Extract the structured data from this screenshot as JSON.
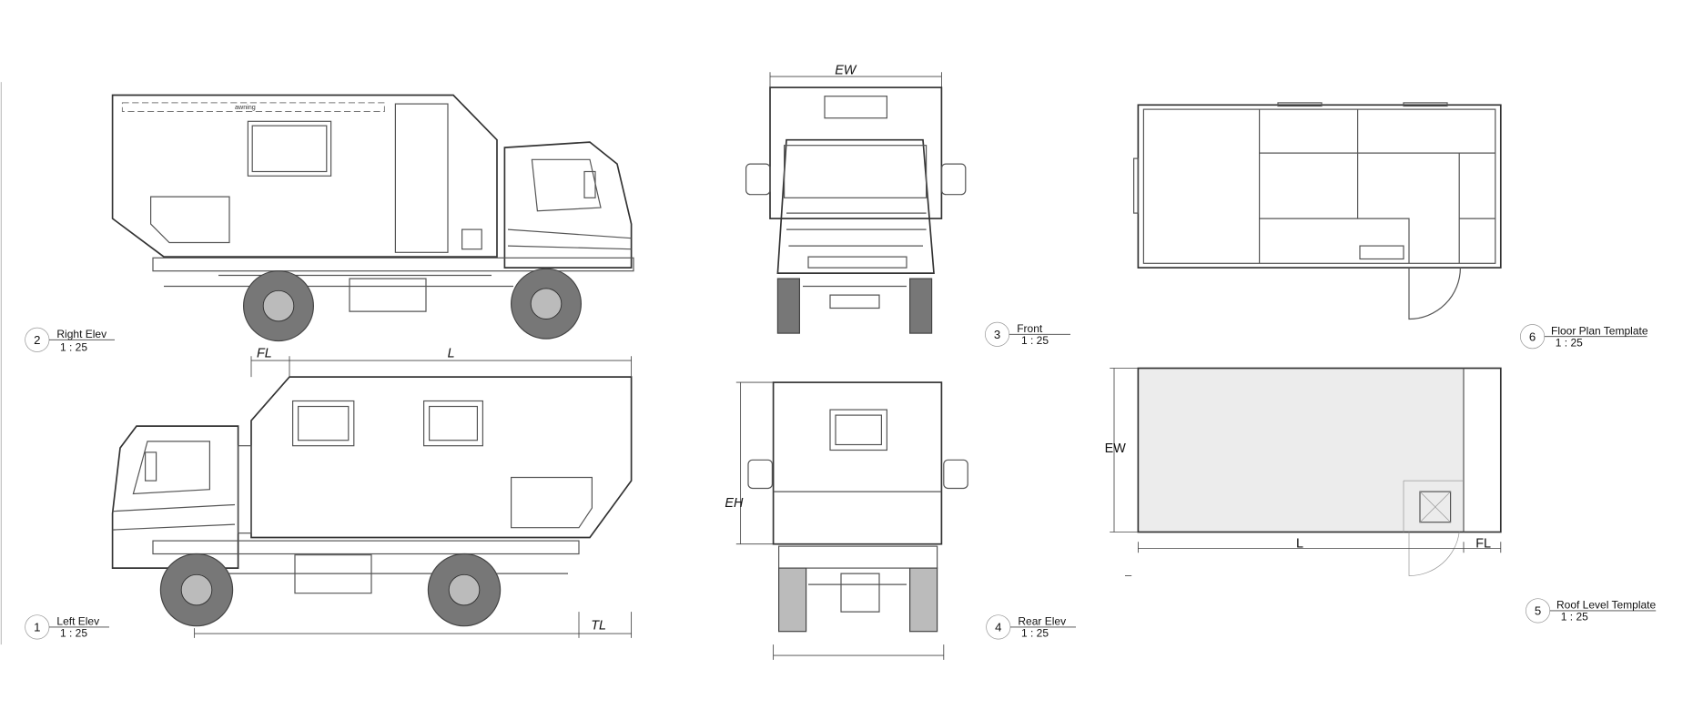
{
  "views": [
    {
      "number": "1",
      "title": "Left Elev",
      "scale": "1 : 25"
    },
    {
      "number": "2",
      "title": "Right Elev",
      "scale": "1 : 25"
    },
    {
      "number": "3",
      "title": "Front",
      "scale": "1 : 25"
    },
    {
      "number": "4",
      "title": "Rear Elev",
      "scale": "1 : 25"
    },
    {
      "number": "5",
      "title": "Roof Level Template",
      "scale": "1 : 25"
    },
    {
      "number": "6",
      "title": "Floor Plan Template",
      "scale": "1 : 25"
    }
  ],
  "dimensions": {
    "entry_width": "EW",
    "length": "L",
    "front_length": "FL",
    "tail_length": "TL",
    "entry_height": "EH"
  },
  "notes": {
    "awning": "awning"
  }
}
